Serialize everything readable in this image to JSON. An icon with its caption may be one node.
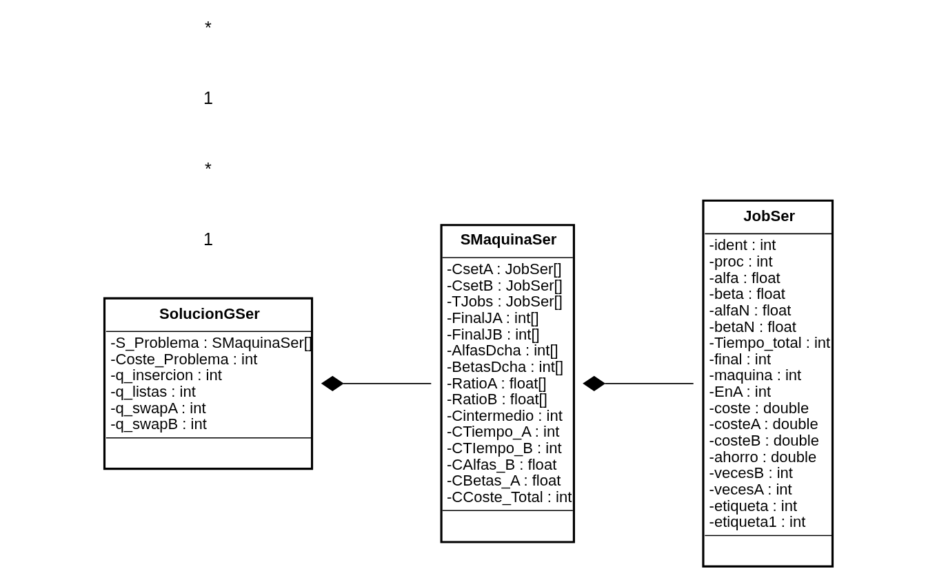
{
  "diagram": {
    "nodes": [
      {
        "text": [
          "SolucionGSer",
          "-S_Problema : SMaquinaSer[]",
          "-Coste_Problema : int",
          "-q_insercion : int",
          "-q_listas : int",
          "-q_swapA : int",
          "-q_swapB : int"
        ]
      },
      {
        "text": [
          "SMaquinaSer",
          "-CsetA : JobSer[]",
          "-CsetB : JobSer[]",
          "-TJobs : JobSer[]",
          "-FinalJA : int[]",
          "-FinalJB : int[]",
          "-AlfasDcha : int[]",
          "-BetasDcha : int[]",
          "-RatioA : float[]",
          "-RatioB : float[]",
          "-Cintermedio : int",
          "-CTiempo_A : int",
          "-CTIempo_B : int",
          "-CAlfas_B : float",
          "-CBetas_A : float",
          "-CCoste_Total : int"
        ]
      },
      {
        "text": [
          "JobSer",
          "-ident : int",
          "-proc : int",
          "-alfa : float",
          "-beta : float",
          "-alfaN : float",
          "-betaN : float",
          "-Tiempo_total : int",
          "-final : int",
          "-maquina : int",
          "-EnA : int",
          "-coste : double",
          "-costeA : double",
          "-costeB : double",
          "-ahorro : double",
          "-vecesB : int",
          "-vecesA : int",
          "-etiqueta : int",
          "-etiqueta1 : int"
        ]
      }
    ],
    "edges": [
      {
        "from": 0,
        "to": 1,
        "arrow": "other"
      },
      {
        "from": 1,
        "to": 2,
        "arrow": "other"
      }
    ],
    "labels": [
      "1",
      "*",
      "1",
      "*"
    ]
  }
}
